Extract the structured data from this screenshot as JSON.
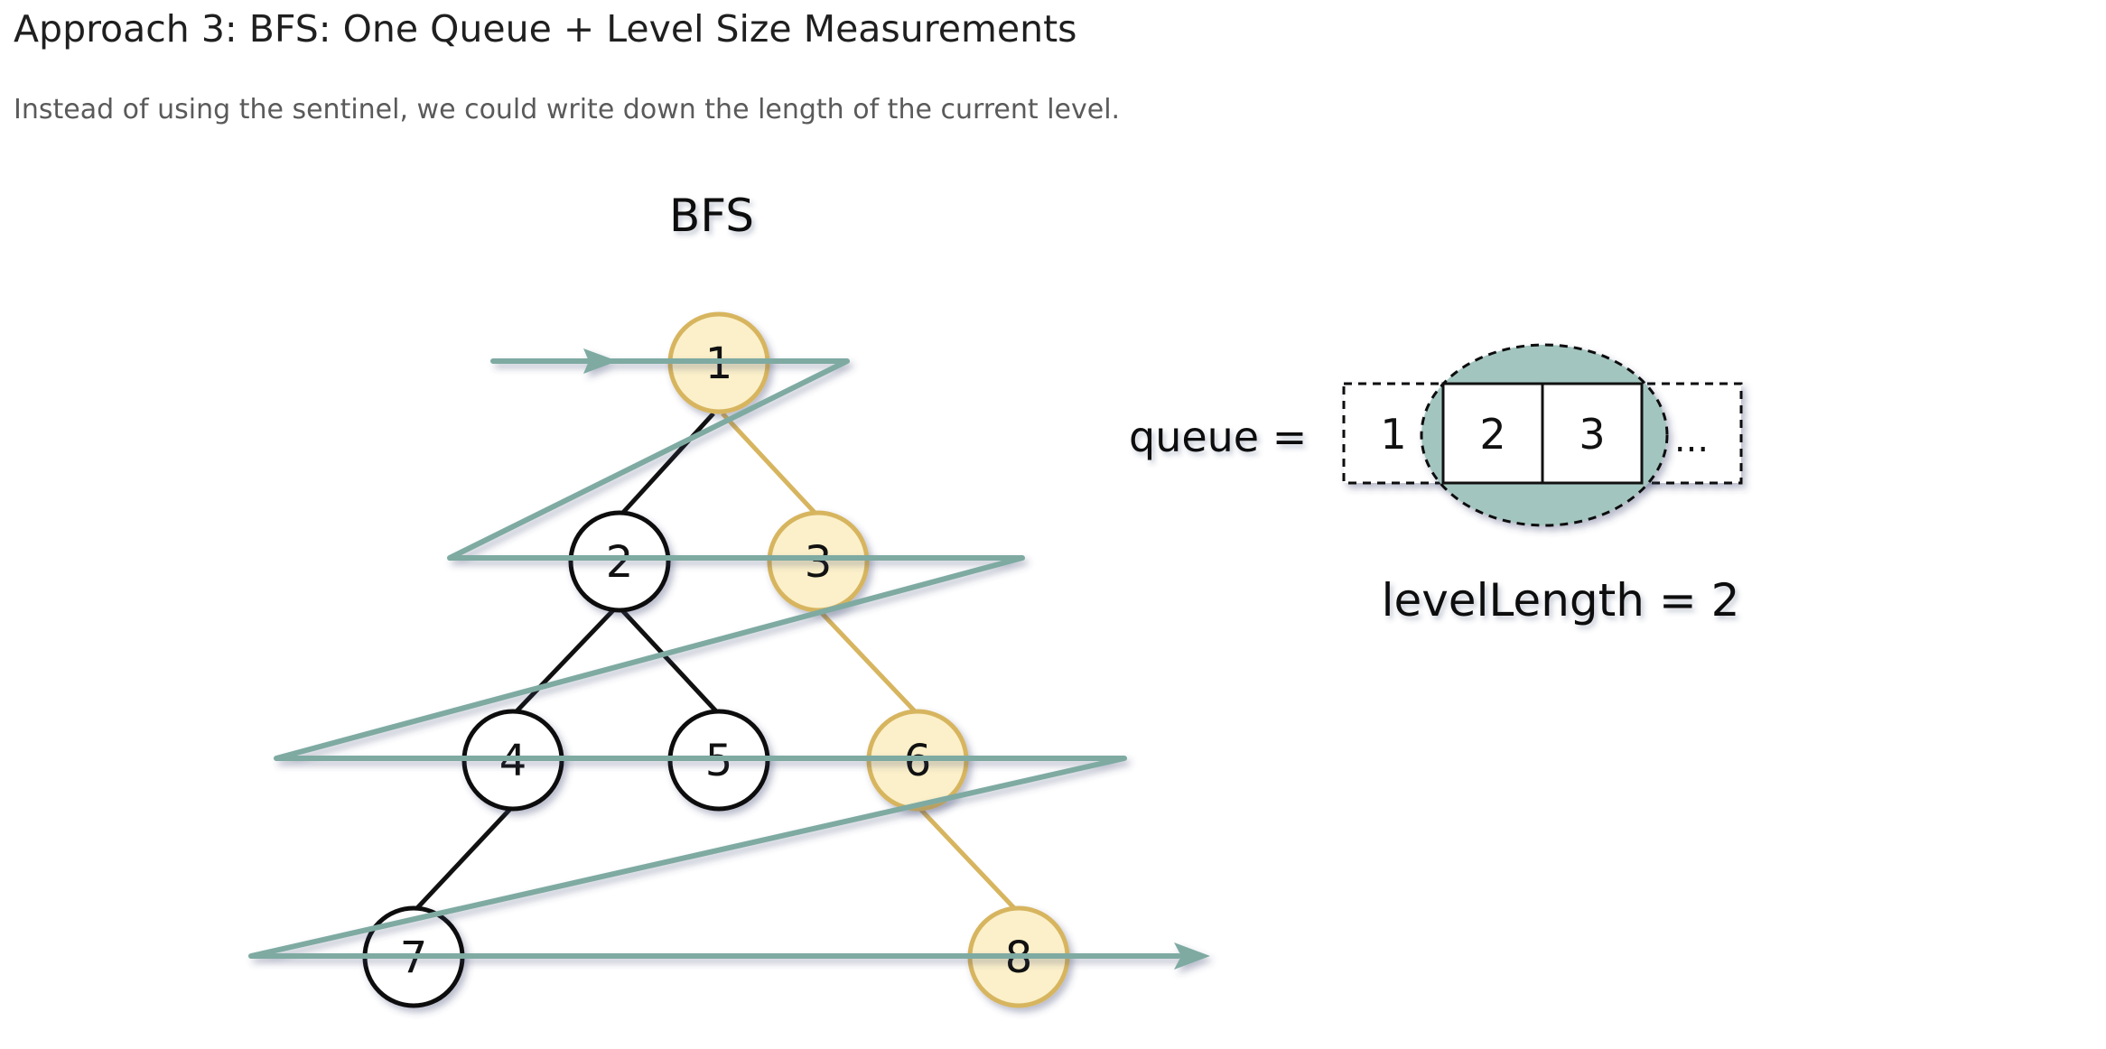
{
  "page": {
    "title": "Approach 3: BFS: One Queue + Level Size Measurements",
    "intro": "Instead of using the sentinel, we could write down the length of the current level."
  },
  "figure": {
    "title": "BFS",
    "colors": {
      "path": "#7eaaa2",
      "highlight_fill": "#fbf0c9",
      "highlight_stroke": "#d7b55f",
      "node_stroke": "#111111",
      "queue_highlight": "#a3c5bf"
    },
    "nodes": {
      "n1": "1",
      "n2": "2",
      "n3": "3",
      "n4": "4",
      "n5": "5",
      "n6": "6",
      "n7": "7",
      "n8": "8"
    },
    "queue": {
      "label": "queue =",
      "cells": [
        "1",
        "2",
        "3"
      ],
      "ellipsis": "...",
      "level_length": "levelLength = 2"
    }
  }
}
